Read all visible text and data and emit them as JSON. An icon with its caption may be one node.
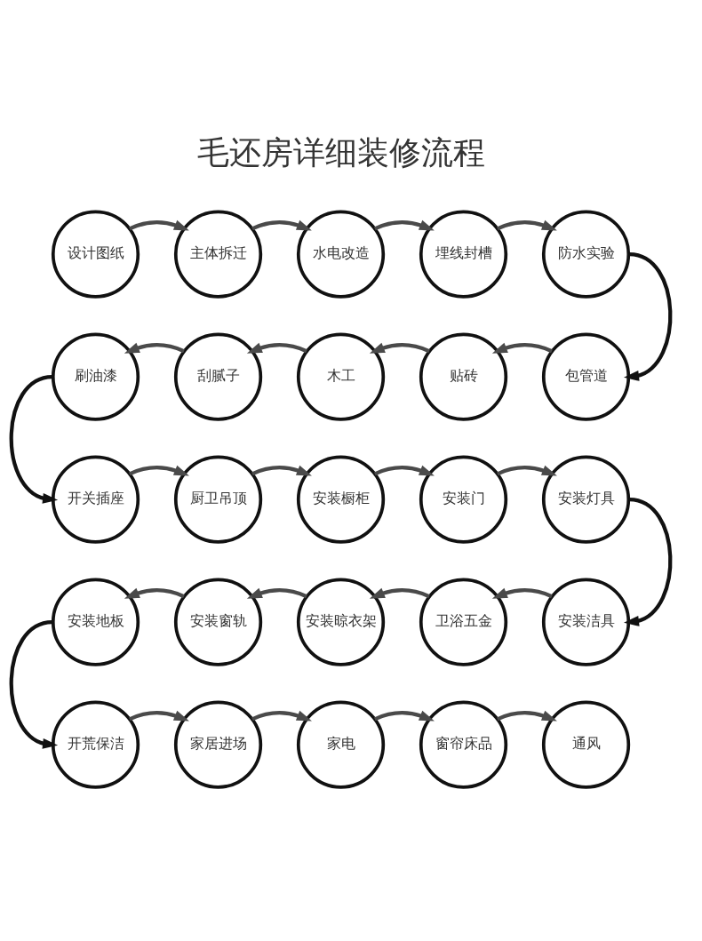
{
  "diagram": {
    "title": "毛还房详细装修流程",
    "nodes": [
      {
        "text": [
          "设计图纸"
        ]
      },
      {
        "text": [
          "主体拆迁"
        ]
      },
      {
        "text": [
          "水电改造"
        ]
      },
      {
        "text": [
          "埋线封槽"
        ]
      },
      {
        "text": [
          "防水实验"
        ]
      },
      {
        "text": [
          "包管道"
        ]
      },
      {
        "text": [
          "贴砖"
        ]
      },
      {
        "text": [
          "木工"
        ]
      },
      {
        "text": [
          "刮腻子"
        ]
      },
      {
        "text": [
          "刷油漆"
        ]
      },
      {
        "text": [
          "开关插座"
        ]
      },
      {
        "text": [
          "厨卫吊顶"
        ]
      },
      {
        "text": [
          "安装橱柜"
        ]
      },
      {
        "text": [
          "安装门"
        ]
      },
      {
        "text": [
          "安装灯具"
        ]
      },
      {
        "text": [
          "安装洁具"
        ]
      },
      {
        "text": [
          "卫浴五金"
        ]
      },
      {
        "text": [
          "安装晾衣架"
        ]
      },
      {
        "text": [
          "安装窗轨"
        ]
      },
      {
        "text": [
          "安装地板"
        ]
      },
      {
        "text": [
          "开荒保洁"
        ]
      },
      {
        "text": [
          "家居进场"
        ]
      },
      {
        "text": [
          "家电"
        ]
      },
      {
        "text": [
          "窗帘床品"
        ]
      },
      {
        "text": [
          "通风"
        ]
      }
    ],
    "edges": [
      {
        "from": 0,
        "to": 1,
        "arrow": "to"
      },
      {
        "from": 1,
        "to": 2,
        "arrow": "to"
      },
      {
        "from": 2,
        "to": 3,
        "arrow": "to"
      },
      {
        "from": 3,
        "to": 4,
        "arrow": "to"
      },
      {
        "from": 4,
        "to": 5,
        "arrow": "to",
        "color": "#111111"
      },
      {
        "from": 5,
        "to": 6,
        "arrow": "to"
      },
      {
        "from": 6,
        "to": 7,
        "arrow": "to"
      },
      {
        "from": 7,
        "to": 8,
        "arrow": "to"
      },
      {
        "from": 8,
        "to": 9,
        "arrow": "to"
      },
      {
        "from": 9,
        "to": 10,
        "arrow": "to",
        "color": "#111111"
      },
      {
        "from": 10,
        "to": 11,
        "arrow": "to"
      },
      {
        "from": 11,
        "to": 12,
        "arrow": "to"
      },
      {
        "from": 12,
        "to": 13,
        "arrow": "to"
      },
      {
        "from": 13,
        "to": 14,
        "arrow": "to"
      },
      {
        "from": 14,
        "to": 15,
        "arrow": "to",
        "color": "#111111"
      },
      {
        "from": 15,
        "to": 16,
        "arrow": "to"
      },
      {
        "from": 16,
        "to": 17,
        "arrow": "to"
      },
      {
        "from": 17,
        "to": 18,
        "arrow": "to"
      },
      {
        "from": 18,
        "to": 19,
        "arrow": "to"
      },
      {
        "from": 19,
        "to": 20,
        "arrow": "to",
        "color": "#111111"
      },
      {
        "from": 20,
        "to": 21,
        "arrow": "to"
      },
      {
        "from": 21,
        "to": 22,
        "arrow": "to"
      },
      {
        "from": 22,
        "to": 23,
        "arrow": "to"
      },
      {
        "from": 23,
        "to": 24,
        "arrow": "to"
      }
    ]
  }
}
